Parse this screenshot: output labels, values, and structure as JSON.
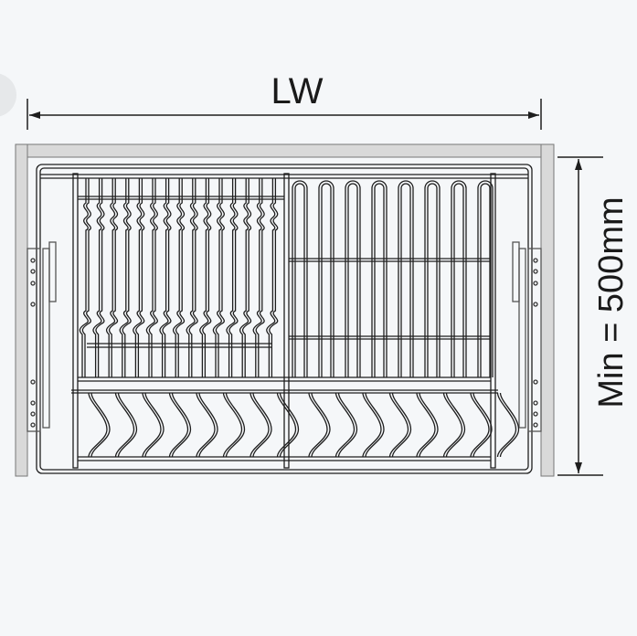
{
  "diagram": {
    "width_label": "LW",
    "height_label": "Min = 500mm",
    "colors": {
      "background": "#f5f7f9",
      "line": "#1e1e1e",
      "cabinet": "#d9d9d9"
    },
    "left_plate_rack_wires": 15,
    "right_rack_loops": 8,
    "bottom_wave_dividers": 16
  }
}
